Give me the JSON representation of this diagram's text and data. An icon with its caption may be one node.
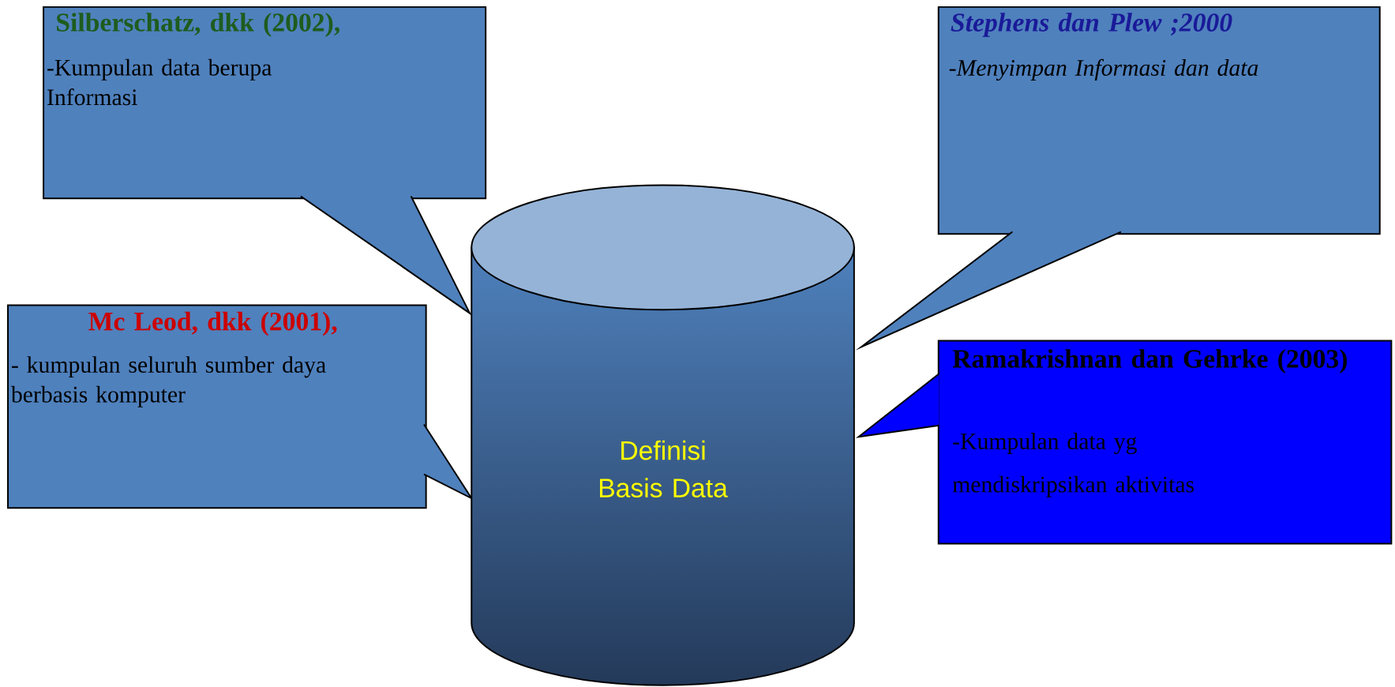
{
  "diagram": {
    "nodes": [
      {
        "text": [
          "Silberschatz, dkk (2002),",
          "-Kumpulan data berupa Informasi"
        ]
      },
      {
        "text": [
          "Stephens dan Plew ;2000",
          "-Menyimpan Informasi dan data"
        ]
      },
      {
        "text": [
          "Mc Leod, dkk (2001),",
          "- kumpulan seluruh sumber daya berbasis komputer"
        ]
      },
      {
        "text": [
          "Ramakrishnan dan Gehrke (2003)",
          "-Kumpulan data yg mendiskripsikan aktivitas"
        ]
      },
      {
        "text": [
          "Definisi Basis Data"
        ]
      }
    ]
  }
}
